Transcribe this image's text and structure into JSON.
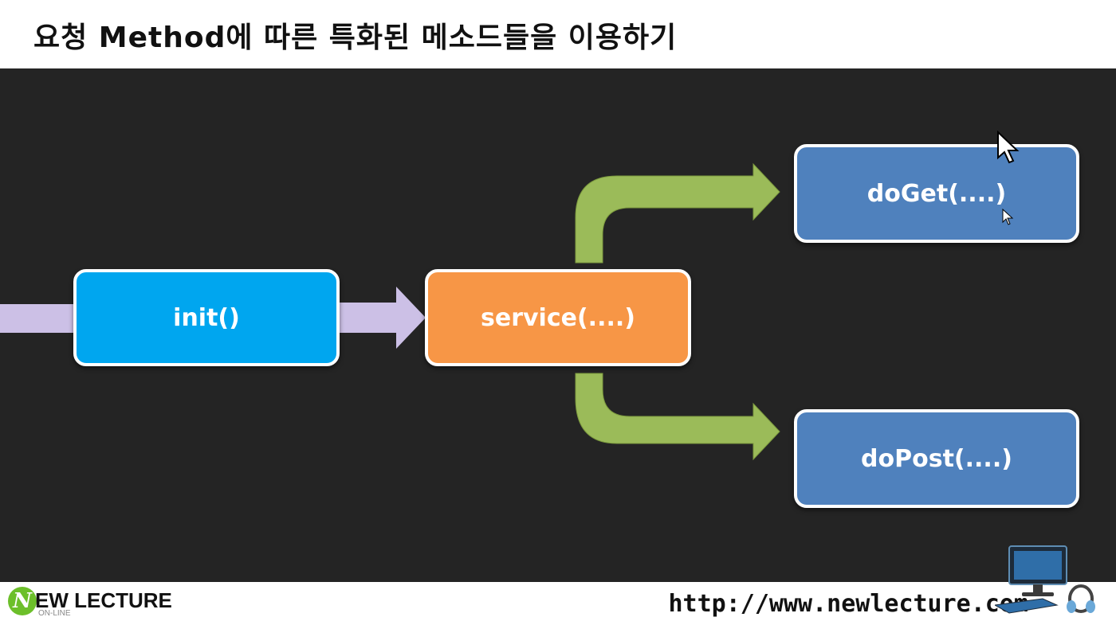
{
  "header": {
    "title": "요청 Method에 따른 특화된 메소드들을 이용하기"
  },
  "diagram": {
    "nodes": [
      {
        "id": "init",
        "label": "init()",
        "color": "#00a6ef"
      },
      {
        "id": "service",
        "label": "service(....)",
        "color": "#f79646"
      },
      {
        "id": "doget",
        "label": "doGet(....)",
        "color": "#4f81bd"
      },
      {
        "id": "dopost",
        "label": "doPost(....)",
        "color": "#4f81bd"
      }
    ],
    "arrow_colors": {
      "input": "#ccc0e6",
      "branch": "#9bbb59"
    },
    "background": "#242424"
  },
  "footer": {
    "logo_mark": "N",
    "logo_text": "EW LECTURE",
    "logo_sub": "ON-LINE",
    "url": "http://www.newlecture.com"
  }
}
